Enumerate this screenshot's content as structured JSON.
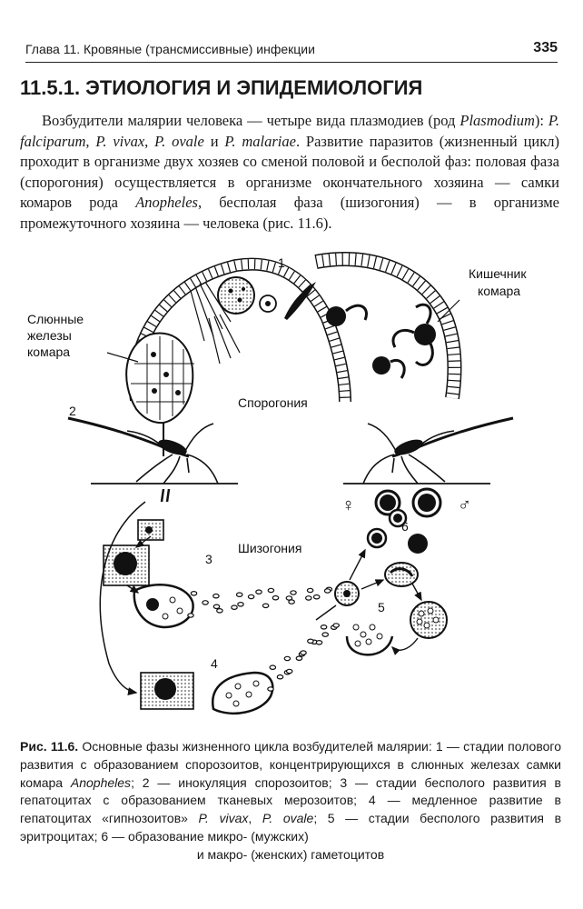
{
  "running_head": {
    "chapter": "Глава 11. Кровяные (трансмиссивные) инфекции",
    "page_number": "335"
  },
  "section": {
    "heading": "11.5.1. ЭТИОЛОГИЯ И ЭПИДЕМИОЛОГИЯ"
  },
  "body": {
    "p1": "Возбудители малярии человека — четыре вида плазмодиев (род ",
    "genus": "Plasmodium",
    "p2": "): ",
    "sp1": "P. falciparum",
    "sep1": ", ",
    "sp2": "P. vivax",
    "sep2": ", ",
    "sp3": "P. ovale",
    "sep3": " и ",
    "sp4": "P. malariae",
    "p3": ". Развитие паразитов (жизненный цикл) проходит в организме двух хозяев со сменой половой и бесполой фаз: половая фаза (спорогония) осуществляется в организме окончательного хозяина — самки комаров рода ",
    "vector": "Anopheles",
    "p4": ", бесполая фаза (шизогония) — в организме промежуточного хозяина — человека (рис. 11.6)."
  },
  "figure": {
    "label_salivary_1": "Слюнные",
    "label_salivary_2": "железы",
    "label_salivary_3": "комара",
    "label_gut_1": "Кишечник",
    "label_gut_2": "комара",
    "label_sporogony": "Спорогония",
    "label_schizogony": "Шизогония",
    "num1": "1",
    "num2": "2",
    "num3": "3",
    "num4": "4",
    "num5": "5",
    "num6": "6",
    "female": "♀",
    "male": "♂"
  },
  "caption": {
    "label": "Рис. 11.6.",
    "c1": " Основные фазы жизненного цикла возбудителей малярии: 1 — стадии полового развития с образованием спорозоитов, концентрирующихся в слюнных железах самки комара ",
    "vector": "Anopheles",
    "c2": "; 2 — инокуляция спорозоитов; 3 — стадии бесполого развития в гепатоцитах с образованием тканевых мерозоитов; 4 — медленное развитие в гепатоцитах «гипнозоитов» ",
    "sp1": "P. vivax",
    "sep": ", ",
    "sp2": "P. ovale",
    "c3": "; 5 — стадии бесполого развития в эритроцитах; 6 — образование микро- (мужских)",
    "c4": "и макро- (женских) гаметоцитов"
  }
}
